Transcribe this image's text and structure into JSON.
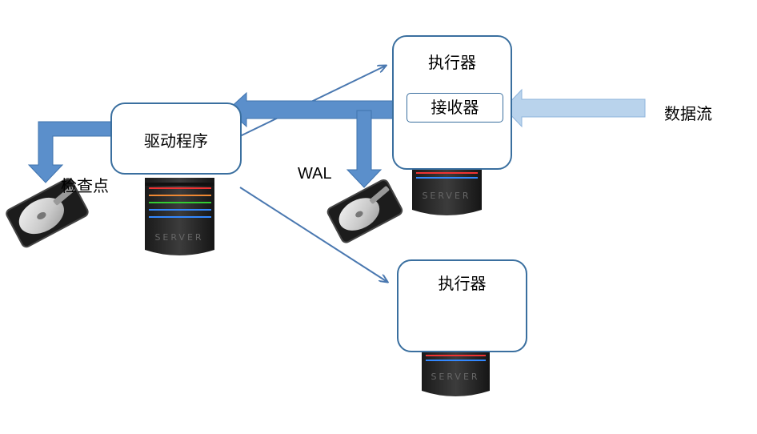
{
  "driver": {
    "label": "驱动程序"
  },
  "executor_top": {
    "label": "执行器",
    "receiver_label": "接收器"
  },
  "executor_bottom": {
    "label": "执行器"
  },
  "datastream": {
    "label": "数据流"
  },
  "checkpoint": {
    "label": "检查点"
  },
  "wal": {
    "label": "WAL"
  },
  "server_text": "SERVER",
  "colors": {
    "arrow_dark": "#5b8fcb",
    "arrow_light": "#b9d3ec",
    "box_border": "#3a6f9f",
    "thin_arrow": "#4a78b0"
  }
}
